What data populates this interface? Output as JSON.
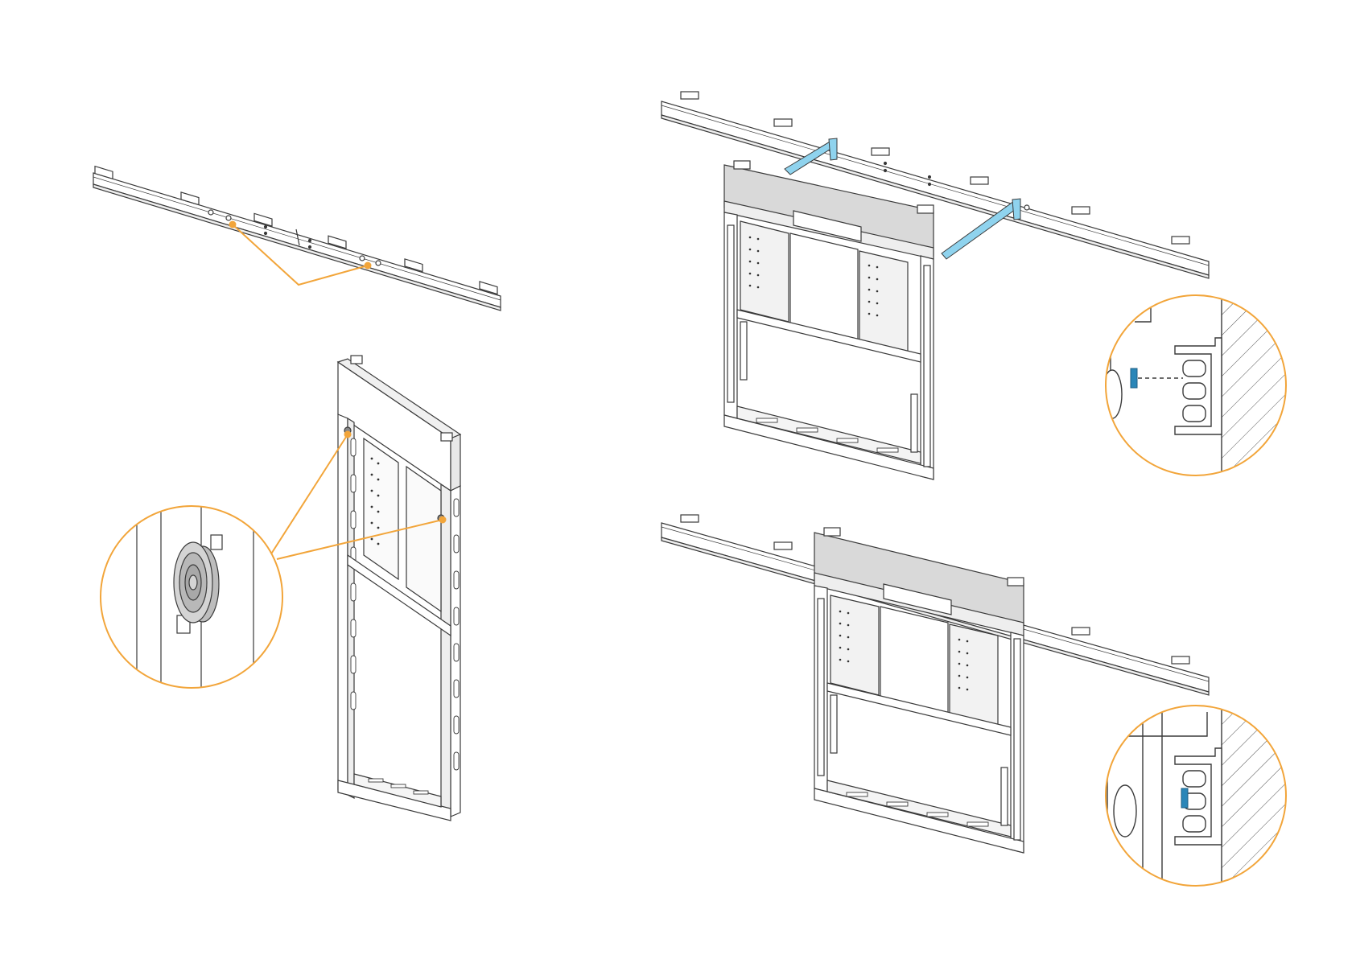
{
  "colors": {
    "callout": "#f2a53a",
    "guide": "#8fd3ee",
    "spacer": "#2a86b8",
    "line": "#3a3a3a",
    "panel_fill": "#d9d9d9",
    "background": "#ffffff"
  },
  "panels": [
    {
      "name": "panel-step-attach-rail-and-frame"
    },
    {
      "name": "panel-step-hang-frame-with-guides"
    },
    {
      "name": "panel-step-frame-mounted-on-rail"
    }
  ],
  "details": [
    {
      "name": "detail-spacer-washer"
    },
    {
      "name": "detail-hook-before-engaging"
    },
    {
      "name": "detail-hook-engaged"
    }
  ]
}
